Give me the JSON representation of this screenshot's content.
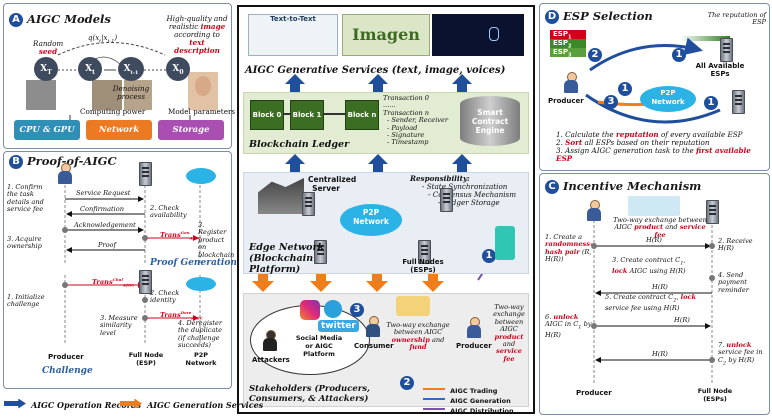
{
  "panelA": {
    "badge": "A",
    "title": "AIGC Models",
    "random": "Random",
    "seed": "seed",
    "quality_line1": "High-quality and",
    "quality_line2": "realistic",
    "image": "image",
    "quality_line3": "according to",
    "text_description": "text description",
    "xt": "X",
    "xt_sub": "T",
    "x_t": "X",
    "x_t_sub": "t",
    "xt1": "X",
    "xt1_sub": "t-1",
    "x0": "X",
    "x0_sub": "0",
    "q_label": "q(x",
    "q_sub": "t",
    "q_mid": "|x",
    "q_sub2": "t-1",
    "q_end": ")",
    "denoise1": "Denoising",
    "denoise2": "process",
    "computing_power": "Computing power",
    "model_params": "Model parameters",
    "cpu_gpu": "CPU & GPU",
    "network": "Network",
    "storage": "Storage"
  },
  "panelB": {
    "badge": "B",
    "title": "Proof-of-AIGC",
    "step1": "1. Confirm the task details and service fee",
    "service_request": "Service Request",
    "confirmation": "Confirmation",
    "step2": "2. Check availability",
    "acknowledgement": "Acknowledgement",
    "trans_gen": "Trans",
    "trans_gen_sup": "Gen",
    "trans_gen_sub": "AIGC",
    "step3_acquire": "3. Acquire ownership",
    "proof": "Proof",
    "step3_register": "3. Register product on blockchain",
    "proof_generation": "Proof Generation",
    "init": "1. Initialize challenge",
    "trans_chal": "Trans",
    "trans_chal_sup": "Chal",
    "trans_chal_sub": "AIGC",
    "check_identity": "2. Check identity",
    "measure": "3. Measure similarity level",
    "trans_dere": "Trans",
    "trans_dere_sup": "Dere",
    "trans_dere_sub": "AIGC",
    "deregister": "4. Deregister the duplicate (if challenge succeeds)",
    "challenge": "Challenge",
    "producer": "Producer",
    "full_node": "Full Node (ESP)",
    "p2p": "P2P Network"
  },
  "center": {
    "services_title": "AIGC Generative Services (text, image, voices)",
    "text2text": "Text-to-Text",
    "imagen": "Imagen",
    "blocks": [
      "Block 0",
      "Block 1",
      "Block n"
    ],
    "transactions": [
      "Transaction 0",
      "......",
      "Transaction n",
      "- Sender, Receiver",
      "- Payload",
      "- Signature",
      "- Timestamp"
    ],
    "smart_contract": "Smart Contract Engine",
    "ledger_title": "Blockchain Ledger",
    "centralized_server": "Centralized Server",
    "responsibility": "Responsibility:",
    "resp_items": [
      "- State Synchronization",
      "- Consensus Mechanism",
      "- Ledger Storage"
    ],
    "p2p": "P2P Network",
    "edge_title": "Edge Network (Blockchain Platform)",
    "full_nodes": "Full Nodes (ESPs)",
    "attackers": "Attackers",
    "social": "Social Media or AIGC Platform",
    "twitter": "twitter",
    "consumer": "Consumer",
    "producer": "Producer",
    "exch_a1": "Two-way exchange between AIGC",
    "exch_ownership": "ownership",
    "exch_and": "and",
    "exch_fund": "fund",
    "exch_b1": "Two-way exchange between AIGC",
    "exch_product": "product",
    "exch_and2": "and",
    "exch_service_fee": "service fee",
    "stakeholders": "Stakeholders (Producers, Consumers, & Attackers)",
    "legend": [
      {
        "label": "AIGC Trading",
        "color": "#ef7d1a"
      },
      {
        "label": "AIGC Generation",
        "color": "#2b6cc4"
      },
      {
        "label": "AIGC Distribution",
        "color": "#7a52a8"
      }
    ],
    "bub1": "1",
    "bub2": "2",
    "bub3": "3"
  },
  "panelD": {
    "badge": "D",
    "title": "ESP Selection",
    "esps": [
      "ESP",
      "ESP",
      "ESP"
    ],
    "esp_subs": [
      "1",
      "2",
      "3"
    ],
    "reputation": "The reputation of ESP",
    "all_available": "All Available ESPs",
    "producer": "Producer",
    "p2p": "P2P Network",
    "step1a": "1. Calculate the",
    "step1b": "reputation",
    "step1c": "of every available ESP",
    "step2a": "2.",
    "step2b": "Sort",
    "step2c": "all ESPs based on their reputation",
    "step3a": "3. Assign AIGC generation task to the",
    "step3b": "first available ESP"
  },
  "panelC": {
    "badge": "C",
    "title": "Incentive Mechanism",
    "exch1": "Two-way exchange between",
    "exch2a": "AIGC",
    "exch2b": "product",
    "exch2c": "and",
    "exch2d": "service fee",
    "s1a": "1. Create a",
    "s1b": "randomness-hash pair",
    "s1c": "(R, H(R))",
    "s2": "2. Receive H(R)",
    "s3a": "3. Create contract C",
    "s3sub": "1",
    "s3b": ",",
    "s3c": "lock",
    "s3d": "AIGC using H(R)",
    "s4": "4. Send payment reminder",
    "s5a": "5. Create contract C",
    "s5sub": "2",
    "s5b": ",",
    "s5c": "lock",
    "s5d": "service fee using H(R)",
    "s6a": "6.",
    "s6b": "unlock",
    "s6c": "AIGC in C",
    "s6sub": "1",
    "s6d": "by H(R)",
    "s7a": "7.",
    "s7b": "unlock",
    "s7c": "service fee in C",
    "s7sub": "2",
    "s7d": "by H(R)",
    "hr": "H(R)",
    "producer": "Producer",
    "full_node": "Full Node (ESPs)"
  },
  "bottom_legend": {
    "records": "AIGC Operation Records",
    "services": "AIGC Generation Services",
    "records_color": "#1f4e9c",
    "services_color": "#ef7d1a"
  }
}
